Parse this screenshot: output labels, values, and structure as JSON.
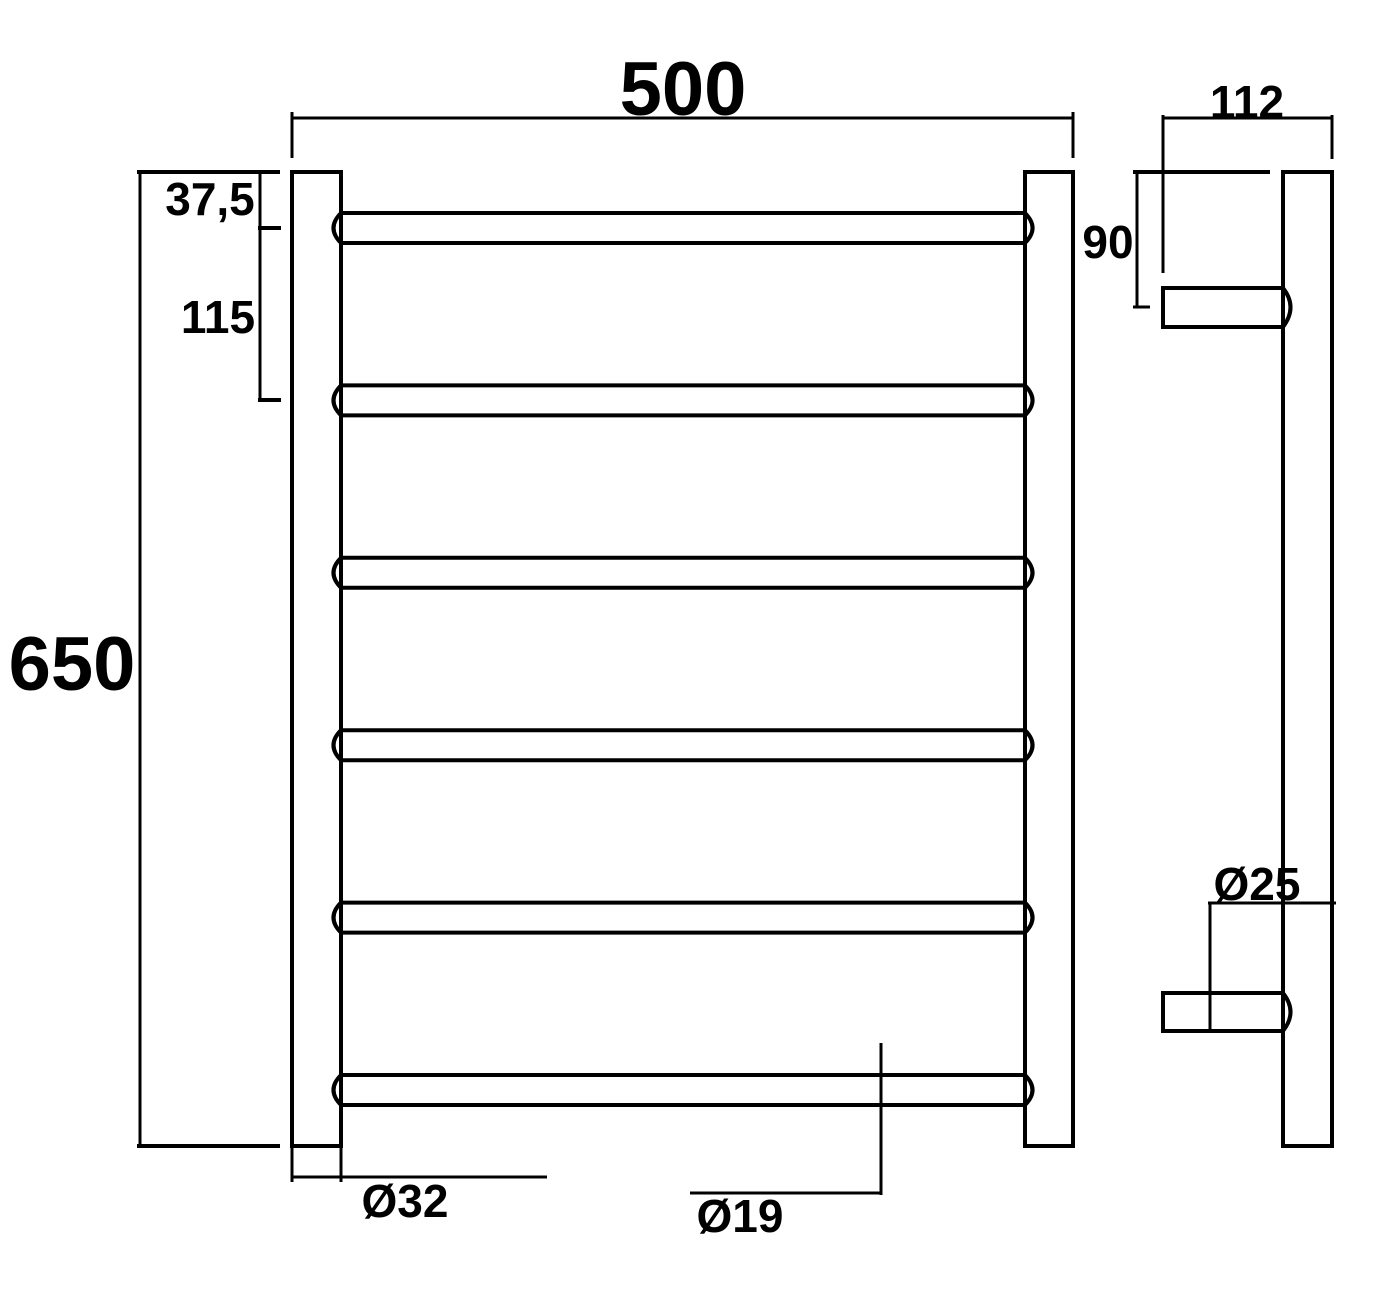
{
  "drawing": {
    "line_color": "#000000",
    "background": "#ffffff",
    "rail_count": 6,
    "dimensions": {
      "width": "500",
      "height": "650",
      "top_offset": "37,5",
      "rail_spacing": "115",
      "post_diameter": "Ø32",
      "rail_diameter": "Ø19",
      "depth": "112",
      "bracket_offset": "90",
      "bracket_diameter": "Ø25"
    }
  }
}
